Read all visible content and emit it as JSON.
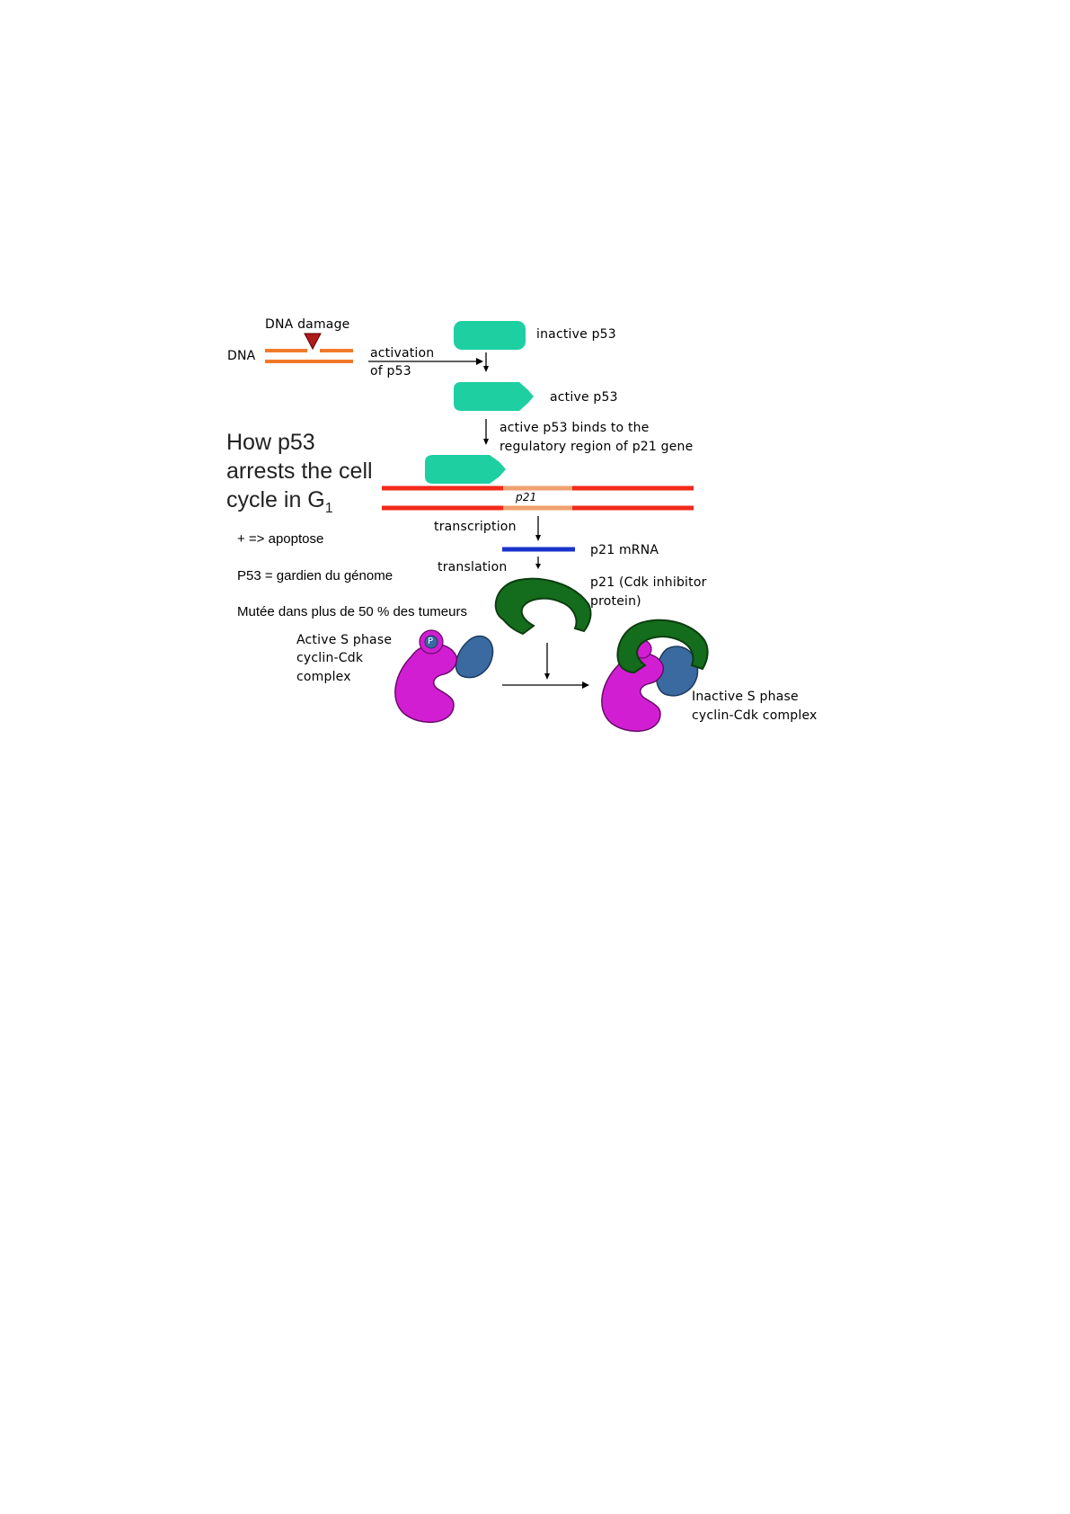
{
  "labels": {
    "dna_damage": "DNA damage",
    "dna": "DNA",
    "activation_line1": "activation",
    "activation_line2": "of p53",
    "inactive_p53": "inactive p53",
    "active_p53": "active p53",
    "binds_line1": "active p53 binds to the",
    "binds_line2": "regulatory region of p21 gene",
    "p21_gene": "p21",
    "transcription": "transcription",
    "p21_mrna": "p21 mRNA",
    "translation": "translation",
    "p21_protein_line1": "p21 (Cdk inhibitor",
    "p21_protein_line2": "protein)",
    "active_complex_line1": "Active S phase",
    "active_complex_line2": "cyclin-Cdk",
    "active_complex_line3": "complex",
    "phospho": "P",
    "inactive_complex_line1": "Inactive S phase",
    "inactive_complex_line2": "cyclin-Cdk complex"
  },
  "title": {
    "line1": "How p53",
    "line2": "arrests the cell",
    "line3_main": "cycle in G",
    "line3_sub": "1"
  },
  "notes": {
    "apoptose": "+ =>  apoptose",
    "gardien": "P53 = gardien du génome",
    "mutee": "Mutée dans plus de 50 % des tumeurs"
  },
  "colors": {
    "p53": "#1ecfa2",
    "dna_orange": "#f07a2a",
    "dna_red": "#f22a1a",
    "mrna_blue": "#1a33cc",
    "p21_green": "#146d1c",
    "cdk_magenta": "#d21ed2",
    "cyclin_blue": "#3a6aa0",
    "damage_marker": "#b01a1a"
  }
}
